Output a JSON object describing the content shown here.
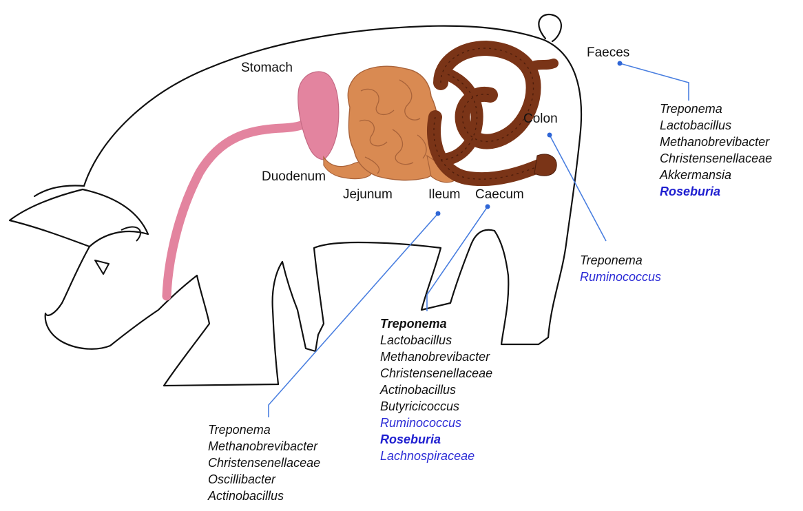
{
  "organs": {
    "stomach": "Stomach",
    "duodenum": "Duodenum",
    "jejunum": "Jejunum",
    "ileum": "Ileum",
    "caecum": "Caecum",
    "colon": "Colon",
    "faeces": "Faeces"
  },
  "colors": {
    "outline": "#111111",
    "stomach": "#e3849f",
    "small_intestine": "#d98a52",
    "large_intestine": "#7a3417",
    "leader_line": "#4a7fe0",
    "taxa_black": "#111111",
    "taxa_blue": "#2b2bd6"
  },
  "taxa": {
    "faeces": [
      {
        "name": "Treponema",
        "color": "black",
        "bold": false
      },
      {
        "name": "Lactobacillus",
        "color": "black",
        "bold": false
      },
      {
        "name": "Methanobrevibacter",
        "color": "black",
        "bold": false
      },
      {
        "name": "Christensenellaceae",
        "color": "black",
        "bold": false
      },
      {
        "name": "Akkermansia",
        "color": "black",
        "bold": false
      },
      {
        "name": "Roseburia",
        "color": "blue",
        "bold": true
      }
    ],
    "colon": [
      {
        "name": "Treponema",
        "color": "black",
        "bold": false
      },
      {
        "name": "Ruminococcus",
        "color": "blue",
        "bold": false
      }
    ],
    "caecum": [
      {
        "name": "Treponema",
        "color": "black",
        "bold": true
      },
      {
        "name": "Lactobacillus",
        "color": "black",
        "bold": false
      },
      {
        "name": "Methanobrevibacter",
        "color": "black",
        "bold": false
      },
      {
        "name": "Christensenellaceae",
        "color": "black",
        "bold": false
      },
      {
        "name": "Actinobacillus",
        "color": "black",
        "bold": false
      },
      {
        "name": "Butyricicoccus",
        "color": "black",
        "bold": false
      },
      {
        "name": "Ruminococcus",
        "color": "blue",
        "bold": false
      },
      {
        "name": "Roseburia",
        "color": "blue",
        "bold": true
      },
      {
        "name": "Lachnospiraceae",
        "color": "blue",
        "bold": false
      }
    ],
    "ileum": [
      {
        "name": "Treponema",
        "color": "black",
        "bold": false
      },
      {
        "name": "Methanobrevibacter",
        "color": "black",
        "bold": false
      },
      {
        "name": "Christensenellaceae",
        "color": "black",
        "bold": false
      },
      {
        "name": "Oscillibacter",
        "color": "black",
        "bold": false
      },
      {
        "name": "Actinobacillus",
        "color": "black",
        "bold": false
      }
    ]
  }
}
